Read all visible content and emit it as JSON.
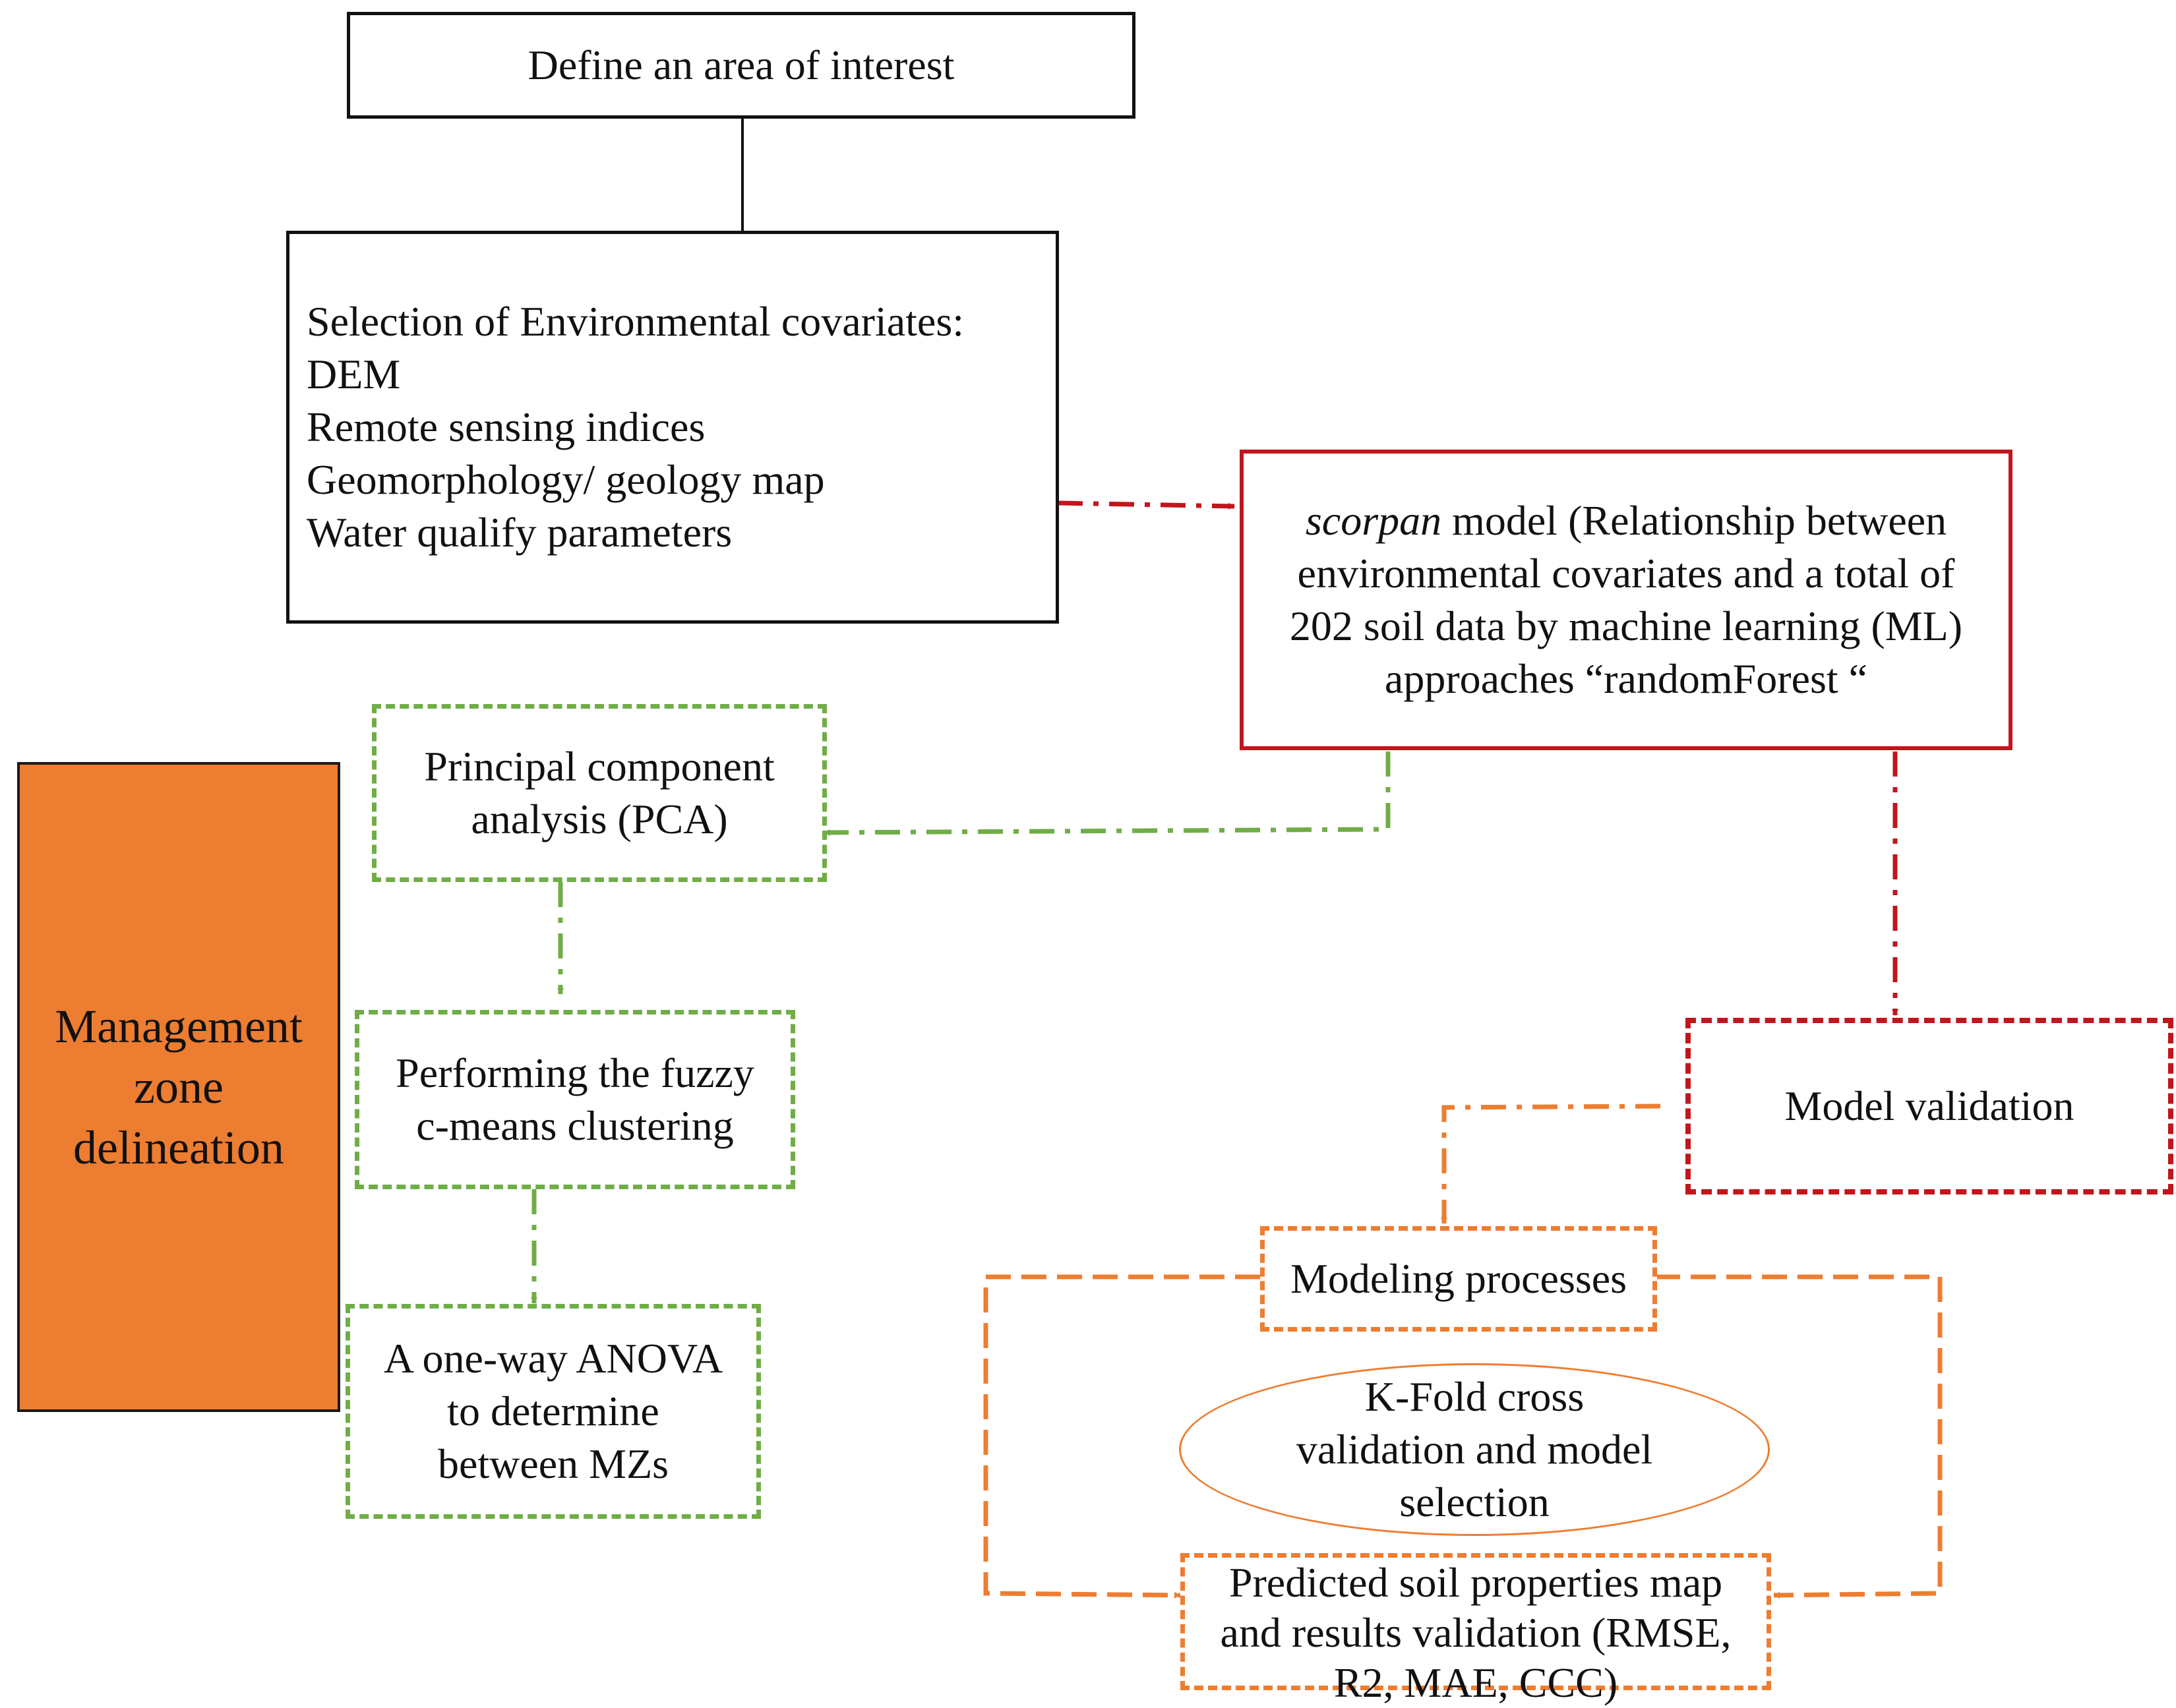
{
  "nodes": {
    "area": {
      "lines": [
        "Define an area of interest"
      ]
    },
    "covariates": {
      "lines": [
        "Selection of Environmental covariates:",
        "DEM",
        "Remote sensing indices",
        "Geomorphology/ geology map",
        "Water qualify parameters"
      ]
    },
    "scorpan": {
      "italic": "scorpan",
      "rest": " model (Relationship between",
      "lines": [
        "environmental covariates and a total of",
        "202 soil data by machine learning (ML)",
        "approaches “randomForest “"
      ]
    },
    "pca": {
      "lines": [
        "Principal component",
        "analysis (PCA)"
      ]
    },
    "fuzzy": {
      "lines": [
        "Performing the fuzzy",
        "c-means clustering"
      ]
    },
    "anova": {
      "lines": [
        "A one-way ANOVA",
        "to determine",
        "between MZs"
      ]
    },
    "mz": {
      "lines": [
        "Management",
        "zone",
        "delineation"
      ]
    },
    "validation": {
      "lines": [
        "Model validation"
      ]
    },
    "modeling": {
      "lines": [
        "Modeling processes"
      ]
    },
    "kfold": {
      "lines": [
        "K-Fold cross",
        "validation and model",
        "selection"
      ]
    },
    "predicted": {
      "lines": [
        "Predicted soil properties map",
        "and results validation (RMSE,",
        "R2, MAE, CCC)"
      ]
    }
  },
  "colors": {
    "black": "#111111",
    "red": "#c0161c",
    "green": "#70ad47",
    "orange": "#ed7d31"
  }
}
